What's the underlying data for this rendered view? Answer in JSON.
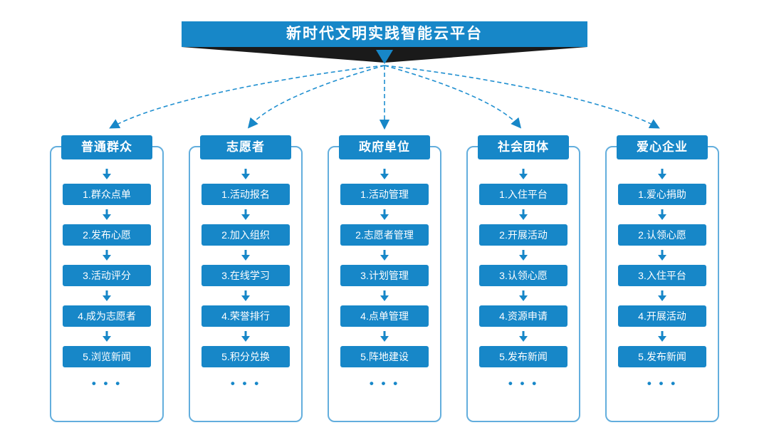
{
  "title": "新时代文明实践智能云平台",
  "colors": {
    "primary": "#1787c8",
    "frame_border": "#63aedd",
    "funnel": "#1a1a1a"
  },
  "columns": [
    {
      "header": "普通群众",
      "items": [
        "1.群众点单",
        "2.发布心愿",
        "3.活动评分",
        "4.成为志愿者",
        "5.浏览新闻"
      ],
      "more": "• • •"
    },
    {
      "header": "志愿者",
      "items": [
        "1.活动报名",
        "2.加入组织",
        "3.在线学习",
        "4.荣誉排行",
        "5.积分兑换"
      ],
      "more": "• • •"
    },
    {
      "header": "政府单位",
      "items": [
        "1.活动管理",
        "2.志愿者管理",
        "3.计划管理",
        "4.点单管理",
        "5.阵地建设"
      ],
      "more": "• • •"
    },
    {
      "header": "社会团体",
      "items": [
        "1.入住平台",
        "2.开展活动",
        "3.认领心愿",
        "4.资源申请",
        "5.发布新闻"
      ],
      "more": "• • •"
    },
    {
      "header": "爱心企业",
      "items": [
        "1.爱心捐助",
        "2.认领心愿",
        "3.入住平台",
        "4.开展活动",
        "5.发布新闻"
      ],
      "more": "• • •"
    }
  ]
}
